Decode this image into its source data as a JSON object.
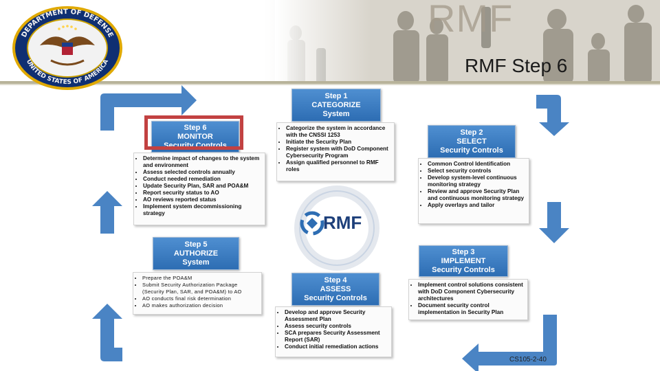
{
  "watermark": "RMF",
  "slide_title": "RMF Step 6",
  "center_label": "RMF",
  "footer_code": "CS105-2-40",
  "seal": {
    "text_top": "DEPARTMENT OF DEFENSE",
    "text_bottom": "UNITED STATES OF AMERICA"
  },
  "colors": {
    "step_blue": "#2d6db3",
    "arrow_blue": "#4a84c4",
    "highlight_red": "#c24141"
  },
  "steps": [
    {
      "title": [
        "Step 1",
        "CATEGORIZE",
        "System"
      ],
      "bullets": [
        "Categorize the system in accordance with the CNSSI 1253",
        "Initiate the Security Plan",
        "Register system with DoD Component Cybersecurity Program",
        "Assign qualified personnel to RMF roles"
      ]
    },
    {
      "title": [
        "Step 2",
        "SELECT",
        "Security Controls"
      ],
      "bullets": [
        "Common Control Identification",
        "Select security controls",
        "Develop system-level continuous monitoring strategy",
        "Review and approve Security Plan and continuous monitoring strategy",
        "Apply overlays and tailor"
      ]
    },
    {
      "title": [
        "Step 3",
        "IMPLEMENT",
        "Security Controls"
      ],
      "bullets": [
        "Implement control solutions consistent with DoD Component Cybersecurity architectures",
        "Document security control implementation in Security Plan"
      ]
    },
    {
      "title": [
        "Step 4",
        "ASSESS",
        "Security Controls"
      ],
      "bullets": [
        "Develop and approve Security Assessment Plan",
        "Assess security controls",
        "SCA prepares Security Assessment Report (SAR)",
        "Conduct initial remediation actions"
      ]
    },
    {
      "title": [
        "Step 5",
        "AUTHORIZE",
        "System"
      ],
      "bullets": [
        "Prepare the POA&M",
        "Submit Security Authorization Package (Security Plan, SAR, and POA&M) to AO",
        "AO conducts final risk determination",
        "AO makes authorization decision"
      ]
    },
    {
      "title": [
        "Step 6",
        "MONITOR",
        "Security Controls"
      ],
      "bullets": [
        "Determine impact of changes to the system and environment",
        "Assess selected controls annually",
        "Conduct needed remediation",
        "Update Security Plan, SAR and POA&M",
        "Report security status to AO",
        "AO reviews reported status",
        "Implement system decommissioning strategy"
      ]
    }
  ]
}
